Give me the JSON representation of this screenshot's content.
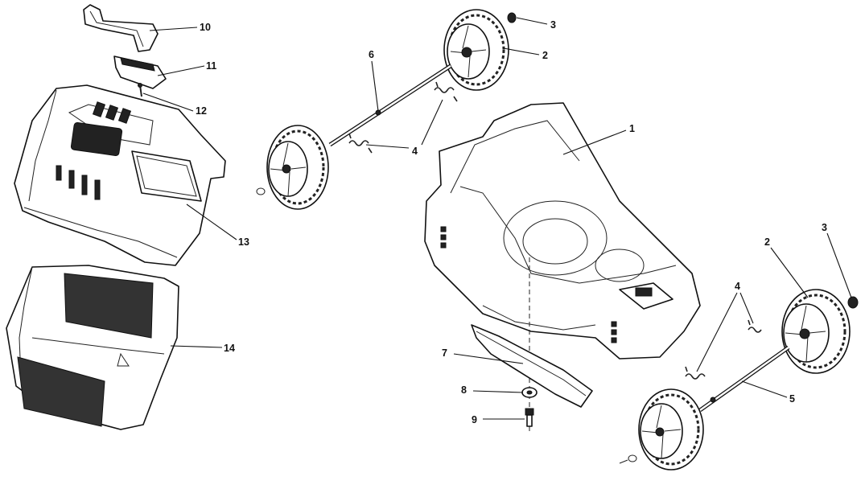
{
  "diagram": {
    "title": "Lawn mower exploded parts view",
    "callouts": {
      "c1": "1",
      "c2a": "2",
      "c2b": "2",
      "c3a": "3",
      "c3b": "3",
      "c4a": "4",
      "c4b": "4",
      "c5": "5",
      "c6": "6",
      "c7": "7",
      "c8": "8",
      "c9": "9",
      "c10": "10",
      "c11": "11",
      "c12": "12",
      "c13": "13",
      "c14": "14"
    }
  }
}
